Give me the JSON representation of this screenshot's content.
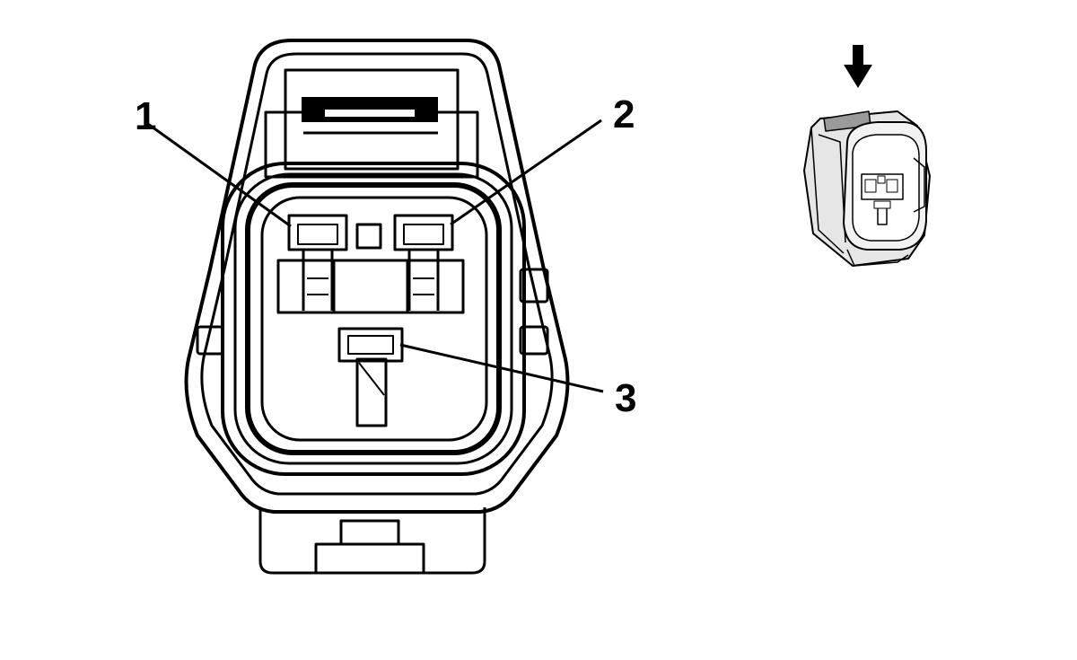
{
  "diagram": {
    "type": "connector-pinout",
    "pins": [
      {
        "id": "pin-1",
        "label": "1"
      },
      {
        "id": "pin-2",
        "label": "2"
      },
      {
        "id": "pin-3",
        "label": "3"
      }
    ],
    "thumbnail": {
      "arrow_icon": "down-arrow-icon",
      "icon": "connector-3d-icon"
    },
    "colors": {
      "line": "#000000",
      "background": "#ffffff"
    }
  }
}
